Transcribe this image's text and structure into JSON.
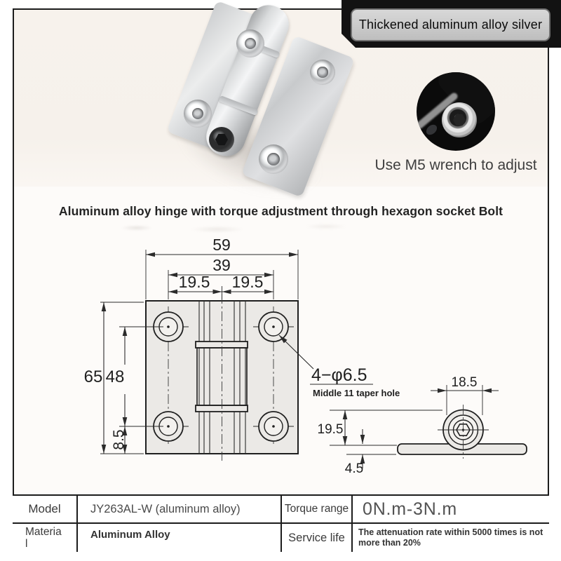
{
  "hero": {
    "banner_label": "Thickened aluminum alloy silver",
    "wrench_note": "Use M5 wrench to adjust"
  },
  "title": "Aluminum alloy hinge with torque adjustment through hexagon socket Bolt",
  "drawing": {
    "front_view": {
      "overall_width": "59",
      "hole_span_width": "39",
      "half_span_left": "19.5",
      "half_span_right": "19.5",
      "overall_height": "65",
      "hole_span_height": "48",
      "hole_bottom_offset": "8.5",
      "holes_label": "4−φ6.5",
      "holes_note": "Middle 11 taper hole"
    },
    "side_view": {
      "knuckle_width": "18.5",
      "center_height": "19.5",
      "plate_thickness": "4.5"
    }
  },
  "spec_table": {
    "rows": [
      {
        "label": "Model",
        "value": "JY263AL-W (aluminum alloy)",
        "label2": "Torque range",
        "value2": "0N.m-3N.m"
      },
      {
        "label": "Materia\nl",
        "value": "Aluminum Alloy",
        "label2": "Service life",
        "value2": "The attenuation rate within 5000 times is not more than 20%"
      }
    ]
  },
  "colors": {
    "banner_bg": "#121212",
    "banner_panel": "#cccccc",
    "part_fill": "#ebe9e6",
    "drawing_line": "#1f1f1f",
    "photo_bg": "#f6f1eb"
  }
}
